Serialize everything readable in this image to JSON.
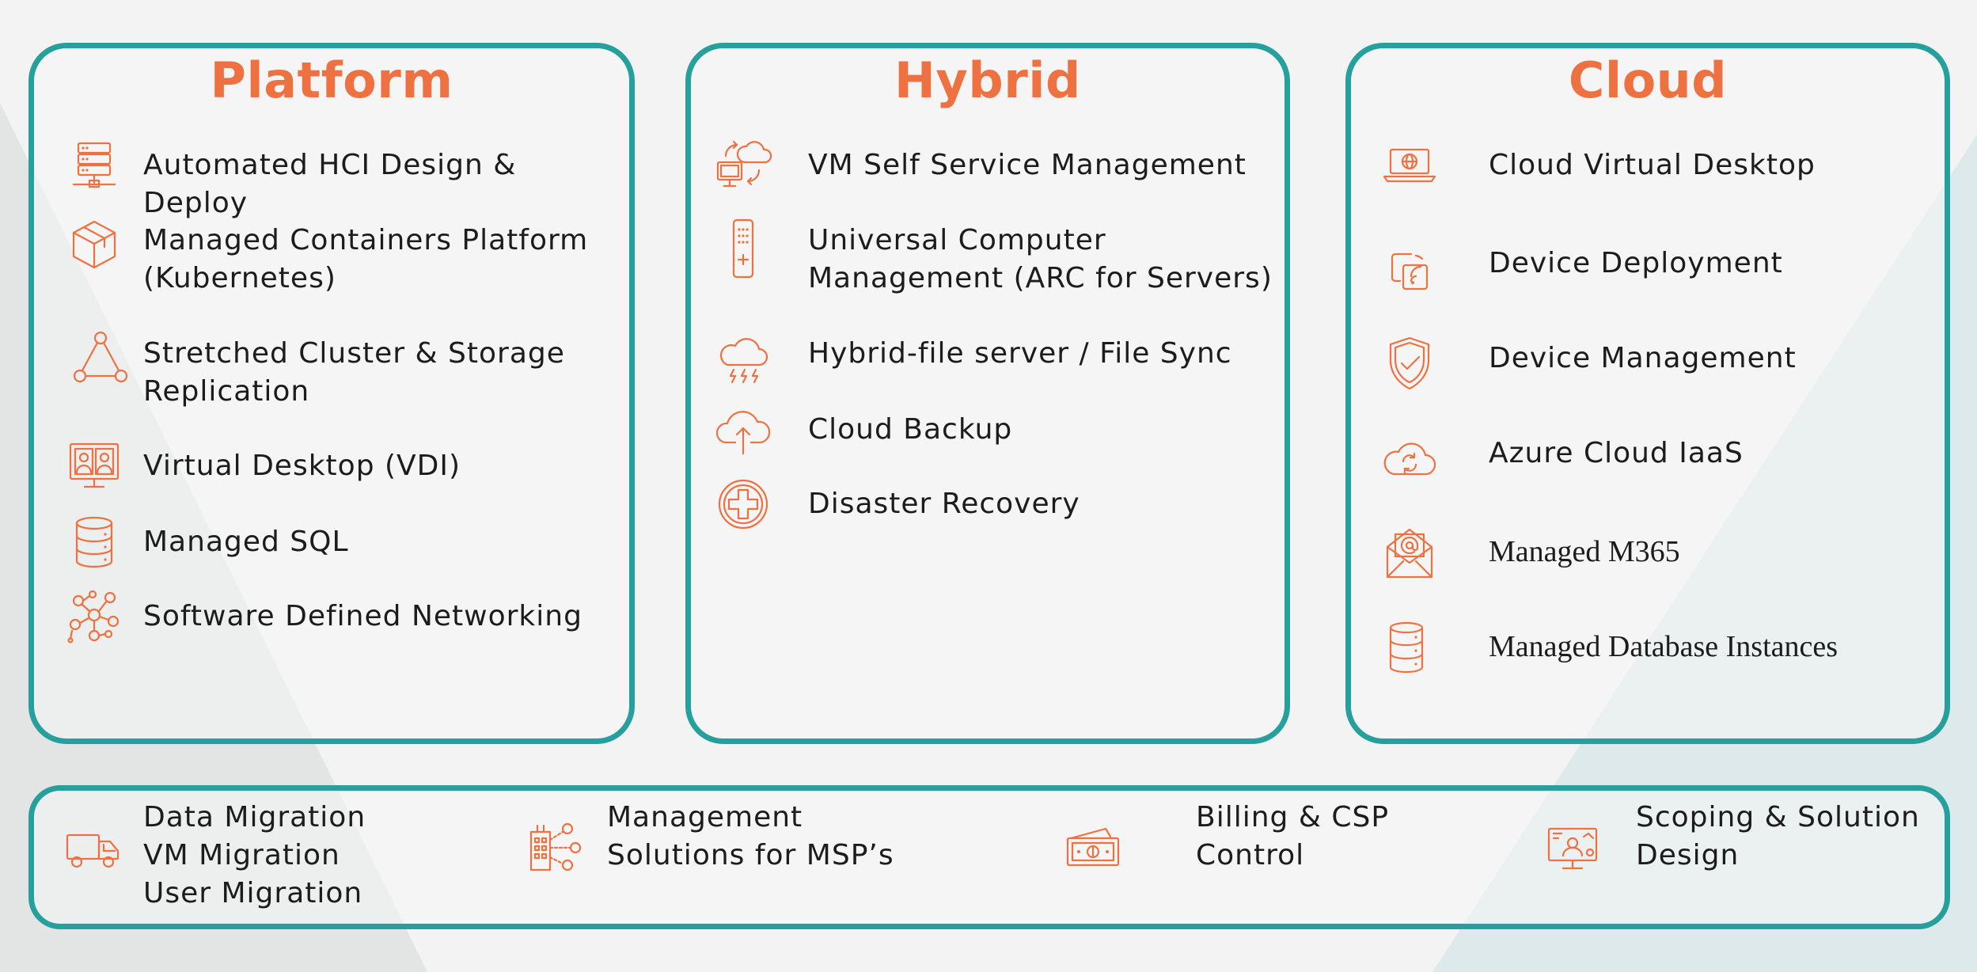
{
  "colors": {
    "accent": "#ee7141",
    "border": "#26a09c",
    "text": "#1c1c1c",
    "background": "#f3f3f3"
  },
  "platform": {
    "title": "Platform",
    "items": [
      {
        "icon": "server-rack-icon",
        "label": "Automated HCI Design & Deploy"
      },
      {
        "icon": "container-box-icon",
        "label": "Managed Containers Platform\n(Kubernetes)"
      },
      {
        "icon": "triangle-cluster-icon",
        "label": "Stretched Cluster & Storage\nReplication"
      },
      {
        "icon": "monitor-users-icon",
        "label": "Virtual Desktop (VDI)"
      },
      {
        "icon": "database-icon",
        "label": "Managed SQL"
      },
      {
        "icon": "network-nodes-icon",
        "label": "Software Defined Networking"
      }
    ]
  },
  "hybrid": {
    "title": "Hybrid",
    "items": [
      {
        "icon": "cloud-computer-sync-icon",
        "label": "VM Self Service Management"
      },
      {
        "icon": "remote-control-icon",
        "label": "Universal Computer\nManagement (ARC for Servers)"
      },
      {
        "icon": "storm-cloud-icon",
        "label": "Hybrid-file server / File Sync"
      },
      {
        "icon": "cloud-upload-icon",
        "label": "Cloud Backup"
      },
      {
        "icon": "medical-cross-icon",
        "label": "Disaster Recovery"
      }
    ]
  },
  "cloud": {
    "title": "Cloud",
    "items": [
      {
        "icon": "laptop-globe-icon",
        "label": "Cloud Virtual Desktop"
      },
      {
        "icon": "device-wireless-icon",
        "label": "Device Deployment"
      },
      {
        "icon": "shield-check-icon",
        "label": "Device Management"
      },
      {
        "icon": "cloud-refresh-icon",
        "label": "Azure Cloud IaaS"
      },
      {
        "icon": "envelope-at-icon",
        "label": "Managed M365"
      },
      {
        "icon": "database-stack-icon",
        "label": "Managed Database Instances"
      }
    ]
  },
  "bottom": {
    "items": [
      {
        "icon": "delivery-truck-icon",
        "label": "Data Migration\nVM Migration\nUser Migration"
      },
      {
        "icon": "building-users-icon",
        "label": "Management\nSolutions for MSP’s"
      },
      {
        "icon": "banknotes-icon",
        "label": "Billing & CSP\nControl"
      },
      {
        "icon": "presentation-screen-icon",
        "label": "Scoping & Solution\nDesign"
      }
    ]
  }
}
